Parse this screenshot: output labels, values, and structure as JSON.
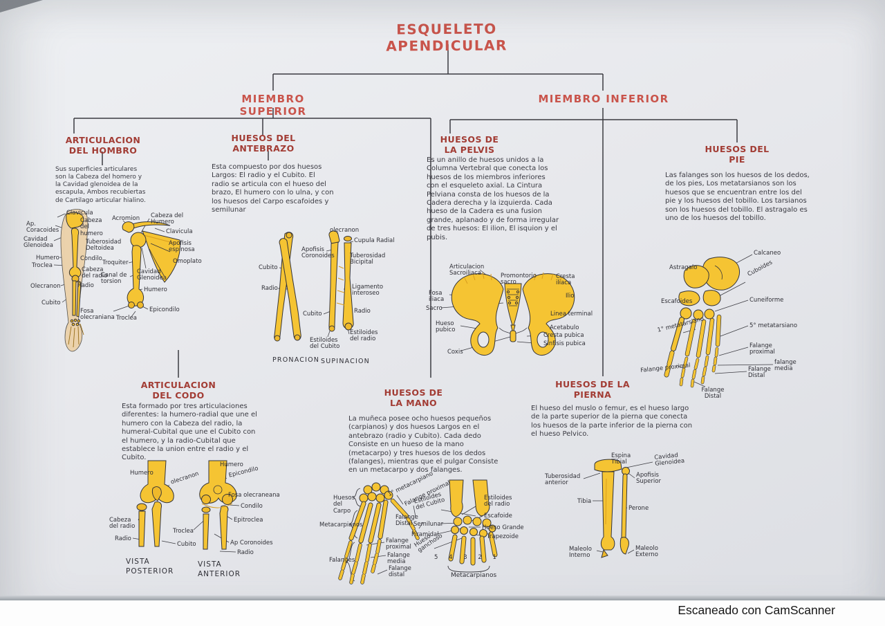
{
  "title": "ESQUELETO APENDICULAR",
  "branches": {
    "superior": "MIEMBRO SUPERIOR",
    "inferior": "MIEMBRO INFERIOR"
  },
  "sections": {
    "hombro": {
      "heading": "ARTICULACION DEL HOMBRO",
      "body": "Sus superficies articulares son la Cabeza del homero y la Cavidad glenoidea de la escapula, Ambos recubiertas de Cartilago articular hialino."
    },
    "antebrazo": {
      "heading": "HUESOS DEL ANTEBRAZO",
      "body": "Esta compuesto por dos huesos Largos: El radio y el Cubito. El radio se articula con el hueso del brazo, El humero con lo ulna, y con los huesos del Carpo escafoides y semilunar"
    },
    "pelvis": {
      "heading": "HUESOS DE LA PELVIS",
      "body": "Es un anillo de huesos unidos a la Columna Vertebral que conecta los huesos de los miembros inferiores con el esqueleto axial. La Cintura Pelviana consta de los huesos de la Cadera derecha y la izquierda. Cada hueso de la Cadera es una fusion grande, aplanado y de forma irregular de tres huesos: El ilion, El isquion y el pubis."
    },
    "pie": {
      "heading": "HUESOS DEL PIE",
      "body": "Las falanges son los huesos de los dedos, de los pies, Los metatarsianos son los huesos que se encuentran entre los del pie y los huesos del tobillo. Los tarsianos son los huesos del tobillo. El astragalo es uno de los huesos del tobillo."
    },
    "codo": {
      "heading": "ARTICULACION DEL CODO",
      "body": "Esta formado por tres articulaciones diferentes: la humero-radial que une el humero con la Cabeza del radio, la humeral-Cubital que une el Cubito con el humero, y la radio-Cubital que establece la union entre el radio y el Cubito."
    },
    "mano": {
      "heading": "HUESOS DE LA MANO",
      "body": "La muñeca posee ocho huesos pequeños (carpianos) y dos huesos Largos en el antebrazo (radio y Cubito). Cada dedo Consiste en un hueso de la mano (metacarpo) y tres huesos de los dedos (falanges), mientras que el pulgar Consiste en un metacarpo y dos falanges."
    },
    "pierna": {
      "heading": "HUESOS DE LA PIERNA",
      "body": "El hueso del muslo o femur, es el hueso largo de la parte superior de la pierna que conecta los huesos de la parte inferior de la pierna con el hueso Pelvico."
    }
  },
  "diagrams": {
    "arm": {
      "labels": [
        "Clavicula",
        "Cabeza del humero",
        "Ap. Coracoides",
        "Cavidad Glenoidea",
        "Tuberosidad Deltoidea",
        "Humero",
        "Condilo",
        "Troclea",
        "Cabeza del radio",
        "Olecranon",
        "Radio",
        "Cubito"
      ]
    },
    "shoulder": {
      "labels": [
        "Acromion",
        "Cabeza del Humero",
        "Clavicula",
        "Apofisis espinosa",
        "Omoplato",
        "Troquiter",
        "Canal de torsion",
        "Cavidad Glenoidea",
        "Humero",
        "Fosa olecraniana",
        "Epicondilo",
        "Troclea"
      ]
    },
    "forearm": {
      "labels": [
        "Cubito",
        "Radio",
        "olecranon",
        "Apofisis Coronoides",
        "Cupula Radial",
        "Tuberosidad Bicipital",
        "Ligamento interoseo",
        "Radio",
        "Cubito",
        "Estiloides del Cubito",
        "Estiloides del radio"
      ],
      "captions": [
        "PRONACION",
        "SUPINACION"
      ]
    },
    "pelvis": {
      "labels": [
        "Articulacion Sacroiliaca",
        "Promontorio sacro",
        "Cresta iliaca",
        "Fosa iliaca",
        "Ilio",
        "Sacro",
        "Linea terminal",
        "Hueso pubico",
        "Acetabulo",
        "Cresta pubica",
        "Sinfisis pubica",
        "Coxis"
      ]
    },
    "foot": {
      "labels": [
        "Calcaneo",
        "Astragalo",
        "Cuboides",
        "Escafoides",
        "Cuneiforme",
        "1° metatarsiano",
        "5° metatarsiano",
        "Falange proximal",
        "falange media",
        "Falange Distal",
        "Falange proximal",
        "Falange Distal"
      ]
    },
    "elbow": {
      "labels": [
        "Humero",
        "olecranon",
        "Cabeza del radio",
        "Radio",
        "Cubito",
        "Humero",
        "Epicondilo",
        "Fosa olecraneana",
        "Condilo",
        "Epitroclea",
        "Troclea",
        "Ap Coronoides",
        "Radio"
      ],
      "captions": [
        "VISTA POSTERIOR",
        "VISTA ANTERIOR"
      ]
    },
    "hand": {
      "labels": [
        "Huesos del Carpo",
        "Metacarpianos",
        "Falanges",
        "1° metacarpiano",
        "Falange proximal",
        "Falange Distal",
        "Falange proximal",
        "Falange media",
        "Falange distal"
      ]
    },
    "wrist": {
      "labels": [
        "Estiloides del Cubito",
        "Estiloides del radio",
        "Semilunar",
        "Escafoide",
        "Piramidal",
        "Hueso Grande",
        "Trapezoide",
        "Hueso ganchoso"
      ],
      "numbers": "5 4 3 2 1",
      "caption": "Metacarpianos"
    },
    "leg": {
      "labels": [
        "Espina Tibial",
        "Cavidad Glenoidea",
        "Tuberosidad anterior",
        "Apofisis Superior",
        "Tibia",
        "Perone",
        "Maleolo Interno",
        "Maleolo Externo"
      ]
    }
  },
  "footer": {
    "scan_credit": "Escaneado con CamScanner"
  }
}
